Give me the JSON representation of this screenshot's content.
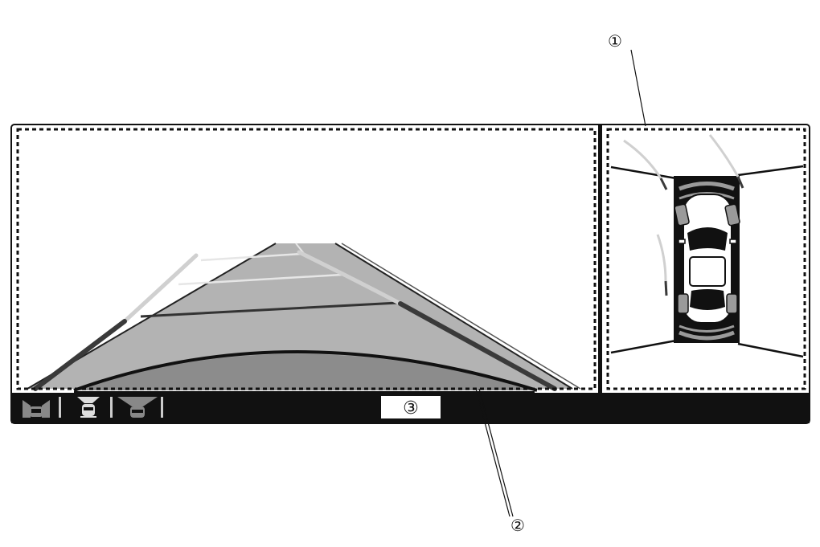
{
  "callouts": [
    {
      "id": "1",
      "label": "①"
    },
    {
      "id": "2",
      "label": "②"
    },
    {
      "id": "3",
      "label": "③"
    }
  ],
  "icons": [
    {
      "name": "side-camera-view-icon"
    },
    {
      "name": "front-camera-view-icon"
    },
    {
      "name": "wide-camera-view-icon"
    }
  ],
  "colors": {
    "road_gray": "#b3b3b3",
    "road_dark": "#8c8c8c",
    "guide_dark": "#3a3a3a",
    "guide_light": "#d0d0d0",
    "bar_black": "#111111"
  }
}
